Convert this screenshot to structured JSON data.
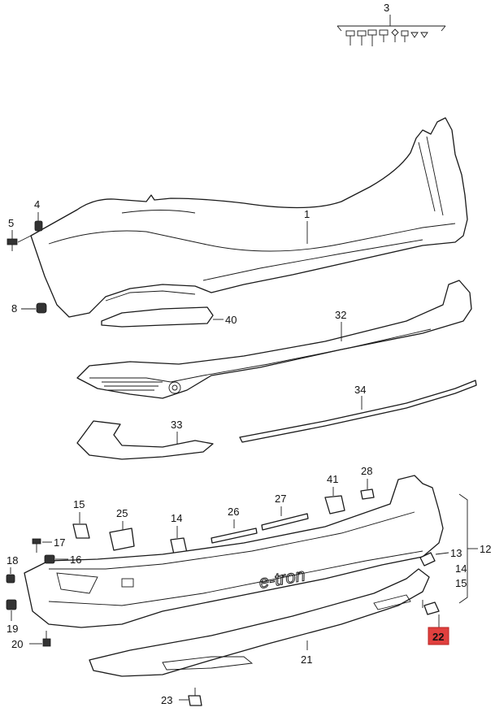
{
  "diagram": {
    "highlight_color": "#e0403e",
    "highlighted_part": "22",
    "callouts": {
      "c1": "1",
      "c3": "3",
      "c4": "4",
      "c5": "5",
      "c8": "8",
      "c12": "12",
      "c13": "13",
      "c14": "14",
      "c15": "15",
      "c16": "16",
      "c17": "17",
      "c18": "18",
      "c19": "19",
      "c20": "20",
      "c21": "21",
      "c22": "22",
      "c23": "23",
      "c25": "25",
      "c26": "26",
      "c27": "27",
      "c28": "28",
      "c32": "32",
      "c33": "33",
      "c34": "34",
      "c40": "40",
      "c41": "41"
    },
    "badge_text": "e-tron"
  }
}
